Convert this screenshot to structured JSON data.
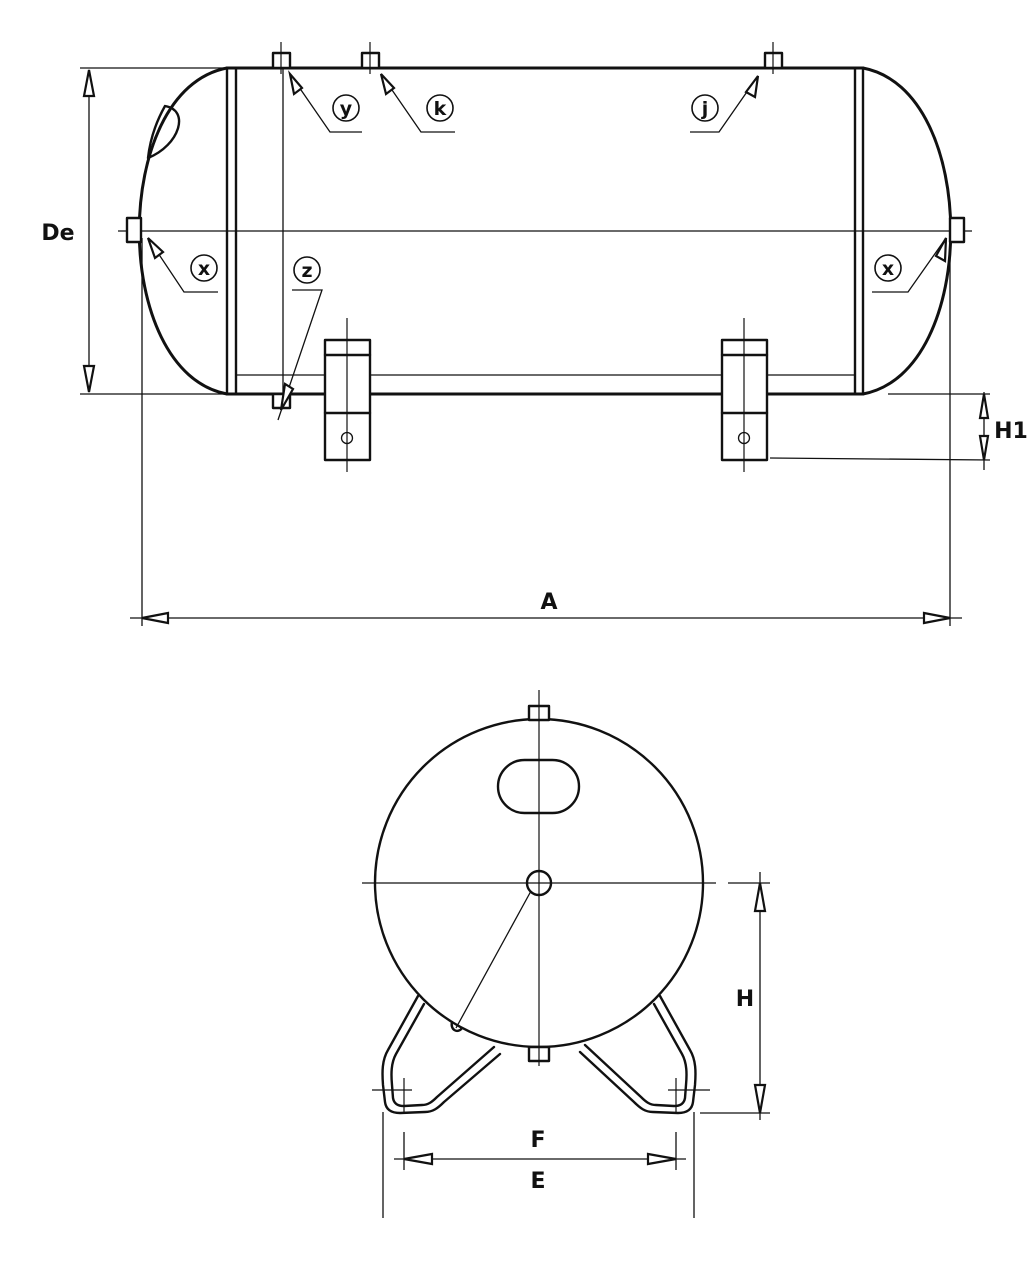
{
  "dimensions": {
    "de": "De",
    "a": "A",
    "h1": "H1",
    "h": "H",
    "f": "F",
    "e": "E"
  },
  "connections": {
    "y": "y",
    "k": "k",
    "j": "j",
    "x_left": "x",
    "x_right": "x",
    "z": "z"
  }
}
